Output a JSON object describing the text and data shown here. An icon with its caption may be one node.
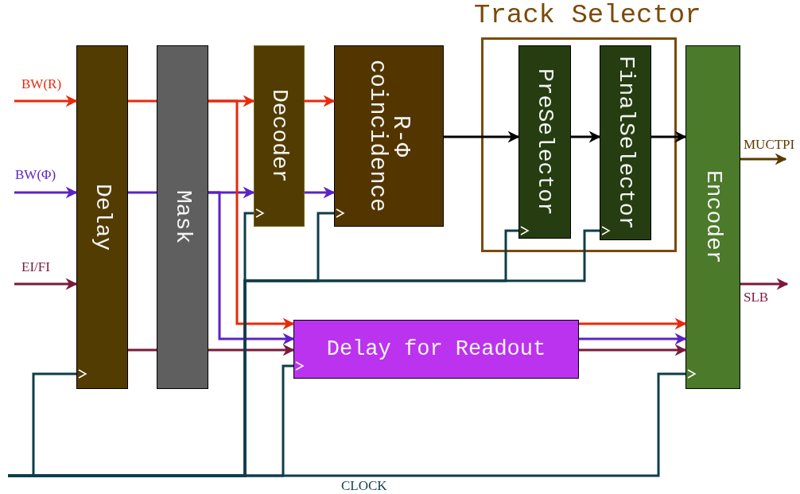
{
  "diagram": {
    "nodes": [
      {
        "text": [
          "Delay"
        ]
      },
      {
        "text": [
          "Mask"
        ]
      },
      {
        "text": [
          "Decoder"
        ]
      },
      {
        "text": [
          "R-Φ coincidence"
        ]
      },
      {
        "text": [
          "Track Selector"
        ]
      },
      {
        "text": [
          "PreSelector"
        ],
        "in": 4
      },
      {
        "text": [
          "FinalSelector"
        ],
        "in": 4
      },
      {
        "text": [
          "Encoder"
        ]
      },
      {
        "text": [
          "Delay for Readout"
        ]
      }
    ],
    "edges": [
      {
        "from": null,
        "to": 0,
        "arrow": "to",
        "label": "BW(R)",
        "color": "#e8290b"
      },
      {
        "from": null,
        "to": 0,
        "arrow": "to",
        "label": "BW(Φ)",
        "color": "#5a23c8"
      },
      {
        "from": null,
        "to": 0,
        "arrow": "to",
        "label": "EI/FI",
        "color": "#7a1a3a"
      },
      {
        "from": 0,
        "to": 1,
        "arrow": "none",
        "color": "#e8290b"
      },
      {
        "from": 0,
        "to": 1,
        "arrow": "none",
        "color": "#5a23c8"
      },
      {
        "from": 0,
        "to": 1,
        "arrow": "none",
        "color": "#7a1a3a"
      },
      {
        "from": 1,
        "to": 2,
        "arrow": "to",
        "color": "#e8290b"
      },
      {
        "from": 1,
        "to": 2,
        "arrow": "to",
        "color": "#5a23c8"
      },
      {
        "from": 1,
        "to": 8,
        "arrow": "to",
        "color": "#e8290b"
      },
      {
        "from": 1,
        "to": 8,
        "arrow": "to",
        "color": "#5a23c8"
      },
      {
        "from": 1,
        "to": 8,
        "arrow": "to",
        "color": "#7a1a3a"
      },
      {
        "from": 2,
        "to": 3,
        "arrow": "to",
        "color": "#e8290b"
      },
      {
        "from": 2,
        "to": 3,
        "arrow": "to",
        "color": "#5a23c8"
      },
      {
        "from": 3,
        "to": 5,
        "arrow": "to",
        "color": "#000000"
      },
      {
        "from": 5,
        "to": 6,
        "arrow": "to",
        "color": "#000000"
      },
      {
        "from": 6,
        "to": 7,
        "arrow": "to",
        "color": "#000000"
      },
      {
        "from": 8,
        "to": 7,
        "arrow": "to",
        "color": "#e8290b"
      },
      {
        "from": 8,
        "to": 7,
        "arrow": "to",
        "color": "#5a23c8"
      },
      {
        "from": 8,
        "to": 7,
        "arrow": "to",
        "color": "#7a1a3a"
      },
      {
        "from": 7,
        "to": null,
        "arrow": "to",
        "label": "MUCTPI",
        "color": "#5a3a00"
      },
      {
        "from": 7,
        "to": null,
        "arrow": "to",
        "label": "SLB",
        "color": "#7a1a3a"
      },
      {
        "from": null,
        "to": 0,
        "arrow": "to",
        "color": "#0f3d4a"
      },
      {
        "from": null,
        "to": 2,
        "arrow": "to",
        "color": "#0f3d4a"
      },
      {
        "from": null,
        "to": 3,
        "arrow": "to",
        "color": "#0f3d4a"
      },
      {
        "from": null,
        "to": 5,
        "arrow": "to",
        "color": "#0f3d4a"
      },
      {
        "from": null,
        "to": 6,
        "arrow": "to",
        "color": "#0f3d4a"
      },
      {
        "from": null,
        "to": 8,
        "arrow": "to",
        "color": "#0f3d4a"
      },
      {
        "from": null,
        "to": 7,
        "arrow": "to",
        "color": "#0f3d4a"
      }
    ],
    "labels": [
      "CLOCK"
    ]
  }
}
